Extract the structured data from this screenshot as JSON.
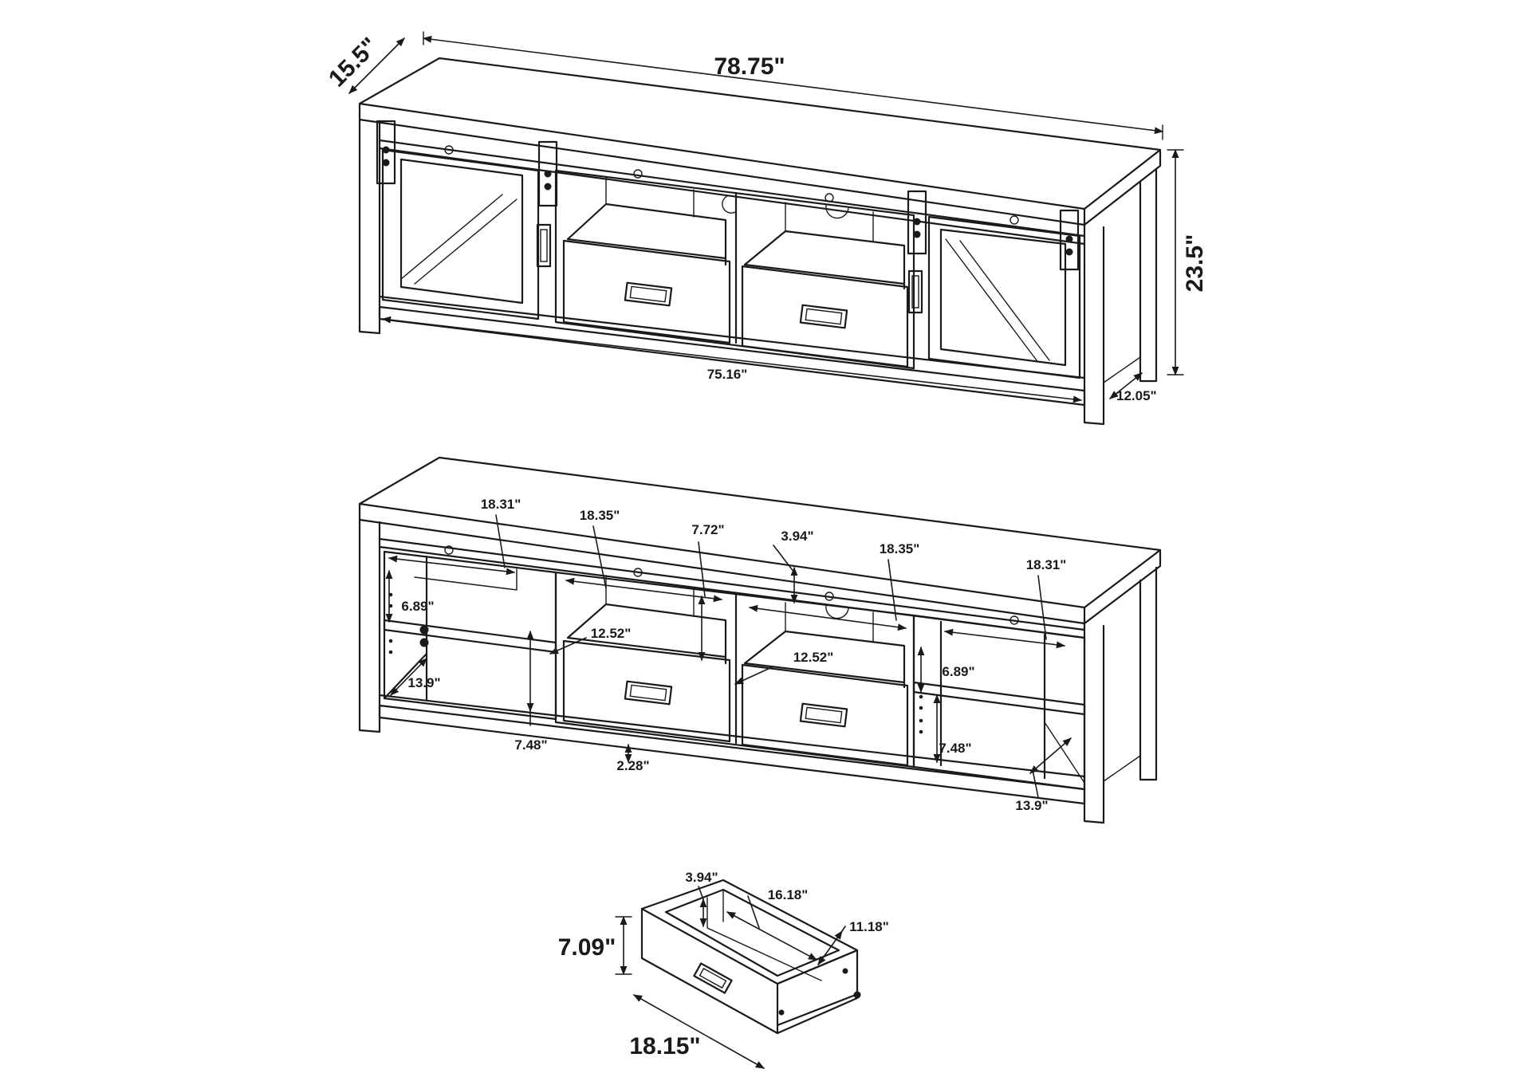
{
  "colors": {
    "line": "#1a1a1a",
    "background": "#ffffff"
  },
  "views": {
    "front_closed": {
      "dims": {
        "width": "78.75\"",
        "depth": "15.5\"",
        "height": "23.5\"",
        "inner_width": "75.16\"",
        "inner_depth": "12.05\""
      }
    },
    "front_open": {
      "dims": {
        "left_opening_width": "18.31\"",
        "center_left_width": "18.35\"",
        "center_upper_height": "7.72\"",
        "cable_hole": "3.94\"",
        "center_right_width": "18.35\"",
        "right_opening_width": "18.31\"",
        "left_shelf_height": "6.89\"",
        "center_left_depth": "12.52\"",
        "center_right_depth": "12.52\"",
        "right_shelf_height": "6.89\"",
        "left_depth": "13.9\"",
        "left_lower_height": "7.48\"",
        "bottom_clearance": "2.28\"",
        "right_lower_height": "7.48\"",
        "right_depth": "13.9\""
      }
    },
    "drawer": {
      "dims": {
        "inner_height": "3.94\"",
        "inner_width": "16.18\"",
        "inner_depth": "11.18\"",
        "height": "7.09\"",
        "width": "18.15\""
      }
    }
  }
}
